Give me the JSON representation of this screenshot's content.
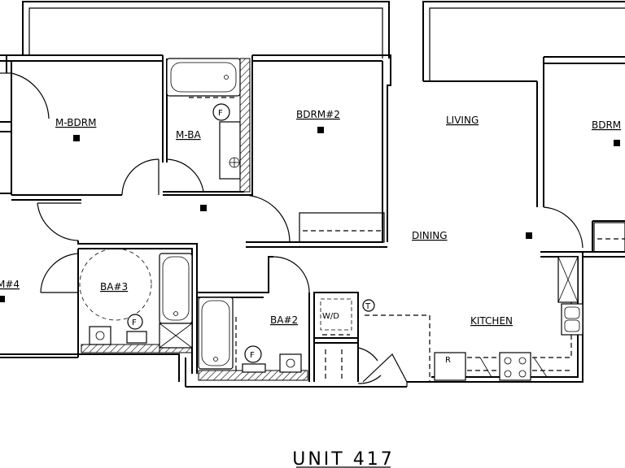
{
  "plan": {
    "title": "UNIT 417",
    "rooms": {
      "m_bdrm": "M-BDRM",
      "m_ba": "M-BA",
      "bdrm2": "BDRM#2",
      "living": "LIVING",
      "bdrm_right": "BDRM",
      "dining": "DINING",
      "kitchen": "KITCHEN",
      "ba2": "BA#2",
      "ba3": "BA#3",
      "bdrm4_partial": "M#4"
    },
    "fixtures": {
      "washer_dryer": "W/D",
      "thermostat": "T",
      "refrigerator": "R",
      "toilet_mark": "F"
    }
  }
}
